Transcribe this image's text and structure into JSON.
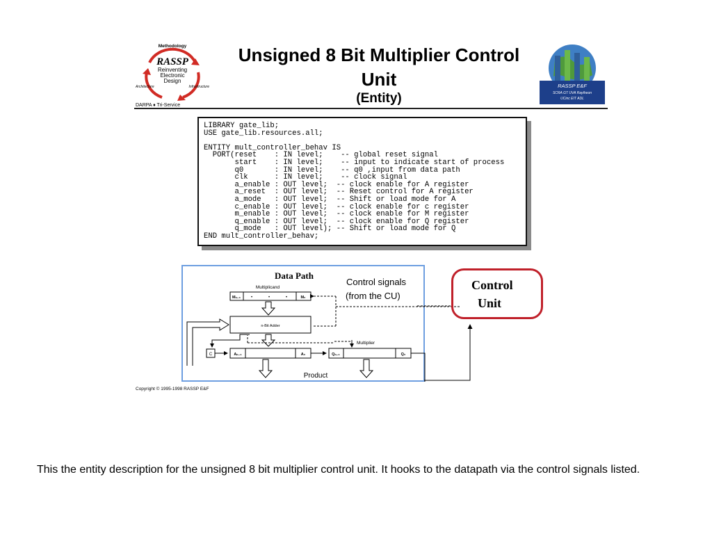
{
  "header": {
    "title_line1": "Unsigned 8 Bit Multiplier Control",
    "title_line2": "Unit",
    "title_line3": "(Entity)"
  },
  "logo_left": {
    "top": "Methodology",
    "name": "RASSP",
    "line1": "Reinventing",
    "line2": "Electronic",
    "line3": "Design",
    "left_word": "Architecture",
    "right_word": "Infrastructure",
    "bottom": "DARPA ♦ Tri-Service"
  },
  "logo_right": {
    "line1": "RASSP E&F",
    "line2": "SCRA GT UVA Raytheon",
    "line3": "UCinc EIT ADL"
  },
  "code": {
    "lines": [
      "LIBRARY gate_lib;",
      "USE gate_lib.resources.all;",
      "",
      "ENTITY mult_controller_behav IS",
      "  PORT(reset    : IN level;    -- global reset signal",
      "       start    : IN level;    -- input to indicate start of process",
      "       q0       : IN level;    -- q0 ,input from data path",
      "       clk      : IN level;    -- clock signal",
      "       a_enable : OUT level;  -- clock enable for A register",
      "       a_reset  : OUT level;  -- Reset control for A register",
      "       a_mode   : OUT level;  -- Shift or load mode for A",
      "       c_enable : OUT level;  -- clock enable for c register",
      "       m_enable : OUT level;  -- clock enable for M register",
      "       q_enable : OUT level;  -- clock enable for Q register",
      "       q_mode   : OUT level); -- Shift or load mode for Q",
      "END mult_controller_behav;"
    ]
  },
  "diagram": {
    "title": "Data Path",
    "multiplicand_label": "Multiplicand",
    "mn_label": "Mₙ₋₁",
    "m0_label": "M₀",
    "adder_label": "n-Bit Adder",
    "multiplier_label": "Multiplier",
    "c_label": "C",
    "an_label": "Aₙ₋₁",
    "a0_label": "A₀",
    "qn_label": "Qₙ₋₁",
    "q0_label": "Q₀",
    "product_label": "Product",
    "control_signals_line1": "Control signals",
    "control_signals_line2": "(from the CU)"
  },
  "control_unit": {
    "line1": "Control",
    "line2": "Unit"
  },
  "copyright": "Copyright © 1995-1998 RASSP E&F",
  "caption": "This the entity description for the unsigned 8 bit multiplier control unit. It hooks to the datapath via the control signals listed.",
  "colors": {
    "frame_blue": "#6d9ee0",
    "control_unit_red": "#c0202a",
    "logo_red": "#d12b24"
  }
}
